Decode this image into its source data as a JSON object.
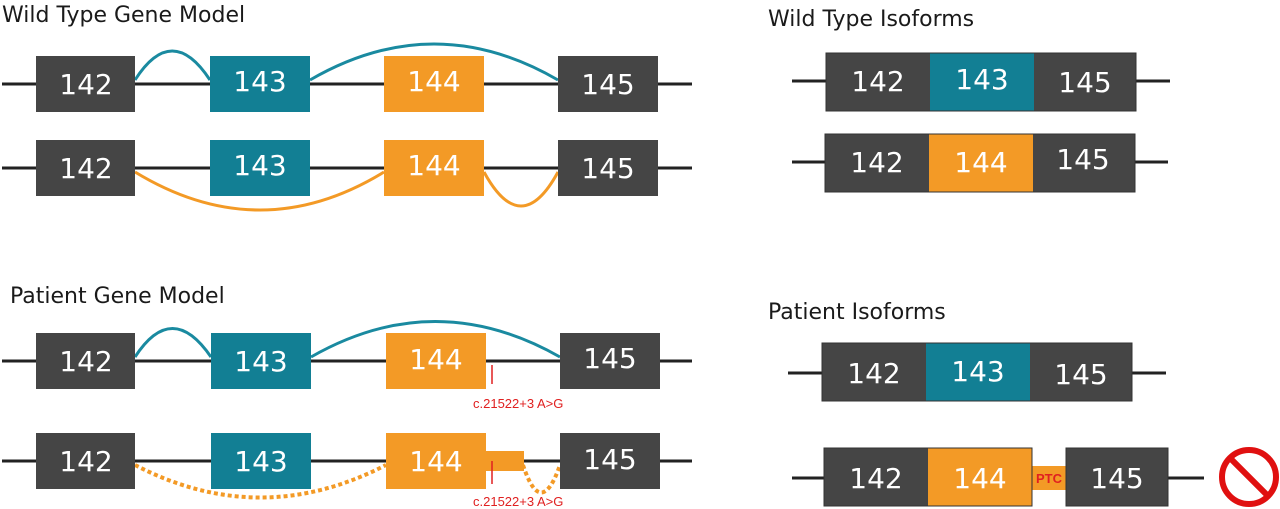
{
  "titles": {
    "wt_gene_model": "Wild Type Gene Model",
    "wt_isoforms": "Wild Type Isoforms",
    "patient_gene_model": "Patient Gene Model",
    "patient_isoforms": "Patient Isoforms"
  },
  "exons": {
    "e142": "142",
    "e143": "143",
    "e144": "144",
    "e145": "145"
  },
  "mutation_label": "c.21522+3 A>G",
  "ptc_label": "PTC",
  "colors": {
    "exon_dark": "#454545",
    "exon_teal": "#127f94",
    "exon_orange": "#f39a26",
    "intron_line": "#222222",
    "teal_splice": "#1a8aa0",
    "orange_splice": "#f39a26",
    "mutation": "#e02020",
    "no_symbol": "#e01010"
  },
  "icons": {
    "nonsense_mediated_decay": "no-entry-icon"
  }
}
